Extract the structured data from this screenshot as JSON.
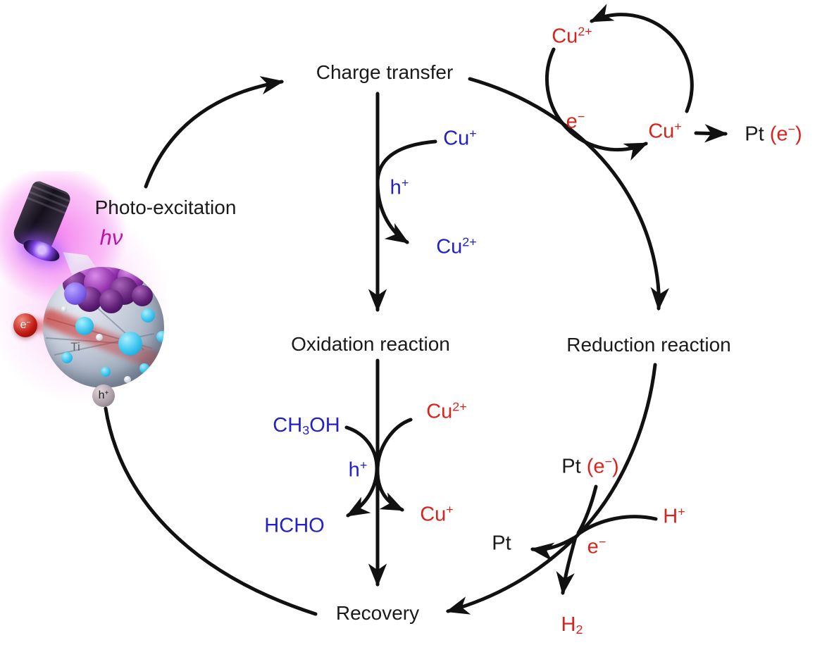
{
  "colors": {
    "text_black": "#1a1a1a",
    "species_red": "#d7251d",
    "species_blue": "#2320c8",
    "hv_magenta": "#b517a3",
    "arrow_black": "#111111"
  },
  "nodes": {
    "charge_transfer": "Charge transfer",
    "photo_excitation": "Photo-excitation",
    "hv": "hν",
    "oxidation": "Oxidation reaction",
    "reduction": "Reduction reaction",
    "recovery": "Recovery"
  },
  "hole_transfer_cycle": {
    "cu_plus": {
      "base": "Cu",
      "sup": "+"
    },
    "h_plus": {
      "base": "h",
      "sup": "+"
    },
    "cu_2plus": {
      "base": "Cu",
      "sup": "2+"
    }
  },
  "copper_cycle": {
    "cu_2plus": {
      "base": "Cu",
      "sup": "2+"
    },
    "electron": {
      "base": "e",
      "sup": "−"
    },
    "cu_plus": {
      "base": "Cu",
      "sup": "+"
    },
    "pt_electron": {
      "pt": "Pt",
      "lparen": " (",
      "e": "e",
      "sup": "−",
      "rparen": ")"
    }
  },
  "oxidation_rxn": {
    "ch3oh": {
      "p1": "CH",
      "sub": "3",
      "p2": "OH"
    },
    "h_plus": {
      "base": "h",
      "sup": "+"
    },
    "hcho": "HCHO",
    "cu_2plus": {
      "base": "Cu",
      "sup": "2+"
    },
    "cu_plus": {
      "base": "Cu",
      "sup": "+"
    }
  },
  "reduction_rxn": {
    "pt_electron": {
      "pt": "Pt",
      "lparen": " (",
      "e": "e",
      "sup": "−",
      "rparen": ")"
    },
    "h_plus": {
      "base": "H",
      "sup": "+"
    },
    "electron": {
      "base": "e",
      "sup": "−"
    },
    "pt": "Pt",
    "h2": {
      "base": "H",
      "sub": "2"
    }
  },
  "photo": {
    "electron": {
      "base": "e",
      "sup": "−"
    },
    "hole": {
      "base": "h",
      "sup": "+"
    },
    "ti": "Ti"
  }
}
